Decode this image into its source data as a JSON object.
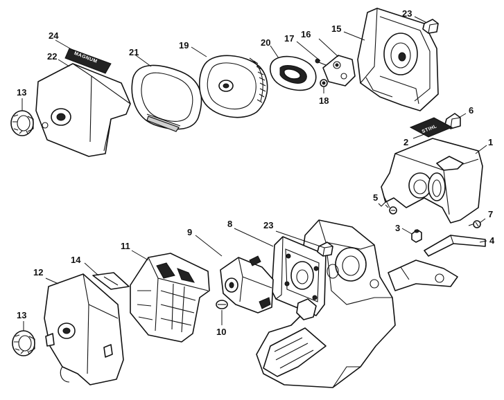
{
  "callouts": {
    "c1": "1",
    "c2": "2",
    "c3": "3",
    "c4": "4",
    "c5": "5",
    "c6": "6",
    "c7": "7",
    "c8": "8",
    "c9": "9",
    "c10": "10",
    "c11": "11",
    "c12": "12",
    "c13_top": "13",
    "c13_bottom": "13",
    "c14": "14",
    "c15": "15",
    "c16": "16",
    "c17": "17",
    "c18": "18",
    "c19": "19",
    "c20": "20",
    "c21": "21",
    "c22": "22",
    "c23_top": "23",
    "c23_bottom": "23",
    "c24": "24"
  },
  "decals": {
    "magnum": "MAGNUM",
    "stihl": "STIHL"
  }
}
